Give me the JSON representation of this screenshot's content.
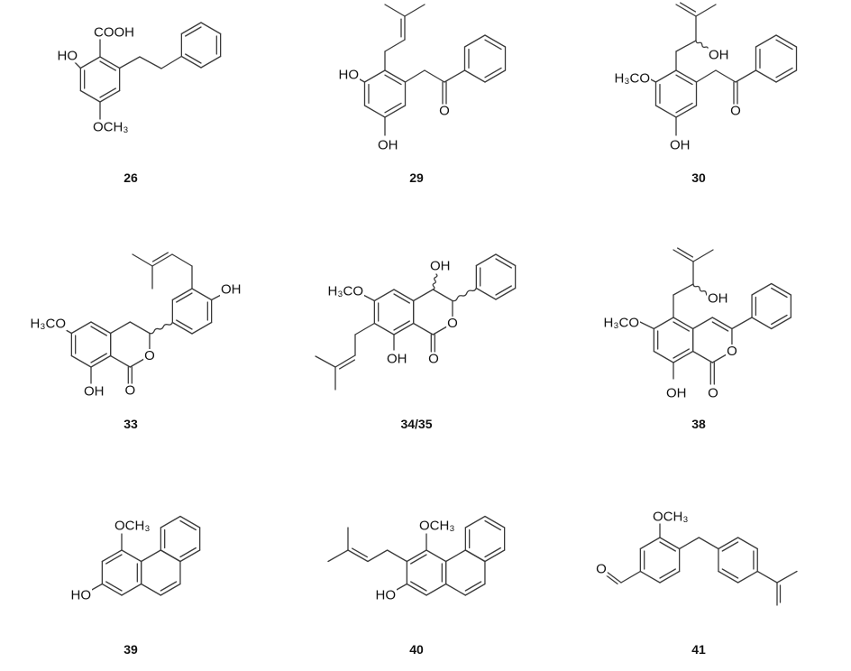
{
  "compounds": [
    {
      "number": "26",
      "labels": [
        "COOH",
        "HO",
        "OCH₃"
      ]
    },
    {
      "number": "29",
      "labels": [
        "HO",
        "OH",
        "O"
      ]
    },
    {
      "number": "30",
      "labels": [
        "H₃CO",
        "OH",
        "OH",
        "O"
      ]
    },
    {
      "number": "33",
      "labels": [
        "H₃CO",
        "OH",
        "O",
        "O",
        "OH"
      ]
    },
    {
      "number": "34/35",
      "labels": [
        "H₃CO",
        "OH",
        "O",
        "O",
        "OH"
      ]
    },
    {
      "number": "38",
      "labels": [
        "H₃CO",
        "OH",
        "O",
        "O",
        "OH"
      ]
    },
    {
      "number": "39",
      "labels": [
        "OCH₃",
        "HO"
      ]
    },
    {
      "number": "40",
      "labels": [
        "OCH₃",
        "HO"
      ]
    },
    {
      "number": "41",
      "labels": [
        "OCH₃",
        "O"
      ]
    }
  ]
}
